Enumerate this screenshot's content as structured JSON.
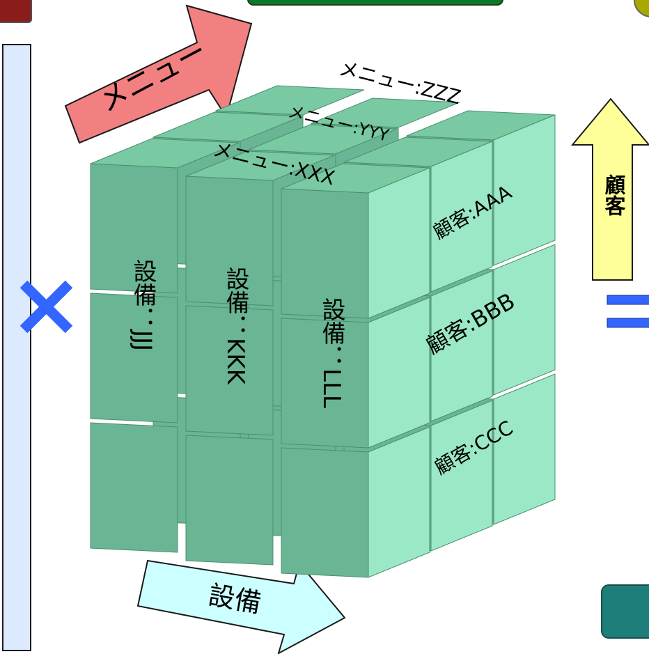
{
  "cube": {
    "top_labels": [
      "メニュー:ZZZ",
      "メニュー:YYY",
      "メニュー:XXX"
    ],
    "front_labels": [
      "設備：JJJ",
      "設備：KKK",
      "設備：LLL"
    ],
    "side_labels": [
      "顧客:AAA",
      "顧客:BBB",
      "顧客:CCC"
    ]
  },
  "arrows": {
    "menu": "メニュー",
    "equipment": "設備",
    "customer": "顧客"
  },
  "symbols": {
    "cross": "×",
    "equals": "="
  },
  "colors": {
    "cube_front": "#6ab593",
    "cube_top": "#79c9a2",
    "cube_side": "#9be8c6",
    "menu_arrow": "#f28080",
    "equipment_arrow": "#ccffff",
    "customer_arrow": "#ffff99",
    "cross": "#3366ff",
    "left_panel": "#dde9ff",
    "top_center_box": "#0a7a2a",
    "top_left_box": "#8a1c1c",
    "top_right_circle": "#a8a800",
    "bottom_right_box": "#1e7e7a"
  }
}
